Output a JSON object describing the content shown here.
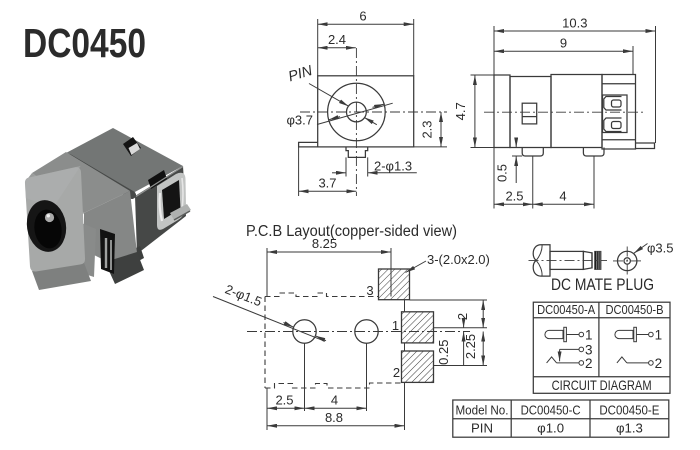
{
  "title": "DC0450",
  "front_view": {
    "dim_width": "6",
    "dim_pin_offset": "2.4",
    "label_pin": "PIN",
    "dim_barrel_dia": "φ3.7",
    "dim_center_height": "2.3",
    "dim_leg": "2-φ1.3",
    "dim_tab": "3.7"
  },
  "side_view": {
    "dim_total_length": "10.3",
    "dim_body_length": "9",
    "dim_height": "4.7",
    "dim_standoff": "0.5",
    "dim_foot_offset": "2.5",
    "dim_foot_pitch": "4"
  },
  "pcb_layout": {
    "title": "P.C.B Layout(copper-sided view)",
    "dim_width": "8.25",
    "label_pads": "3-(2.0x2.0)",
    "label_holes": "2-φ1.5",
    "pad3_no": "3",
    "pad1_no": "1",
    "pad2_no": "2",
    "dim_hole_offset": "2.5",
    "dim_hole_pitch": "4",
    "dim_total": "8.8",
    "dim_pad_offset": "0.25",
    "dim_pad_gap": "2",
    "dim_pad_pitch": "2.25"
  },
  "mate_plug": {
    "label": "DC MATE PLUG",
    "dim_dia": "φ3.5"
  },
  "circuit_table": {
    "col_a": "DC00450-A",
    "col_b": "DC00450-B",
    "caption": "CIRCUIT DIAGRAM",
    "a_pin1": "1",
    "a_pin3": "3",
    "a_pin2": "2",
    "b_pin1": "1",
    "b_pin2": "2"
  },
  "model_table": {
    "headers": [
      "Model No.",
      "DC00450-C",
      "DC00450-E"
    ],
    "row_label": "PIN",
    "values": [
      "φ1.0",
      "φ1.3"
    ]
  },
  "colors": {
    "line": "#3a3a3a",
    "text": "#2b2b2b"
  }
}
